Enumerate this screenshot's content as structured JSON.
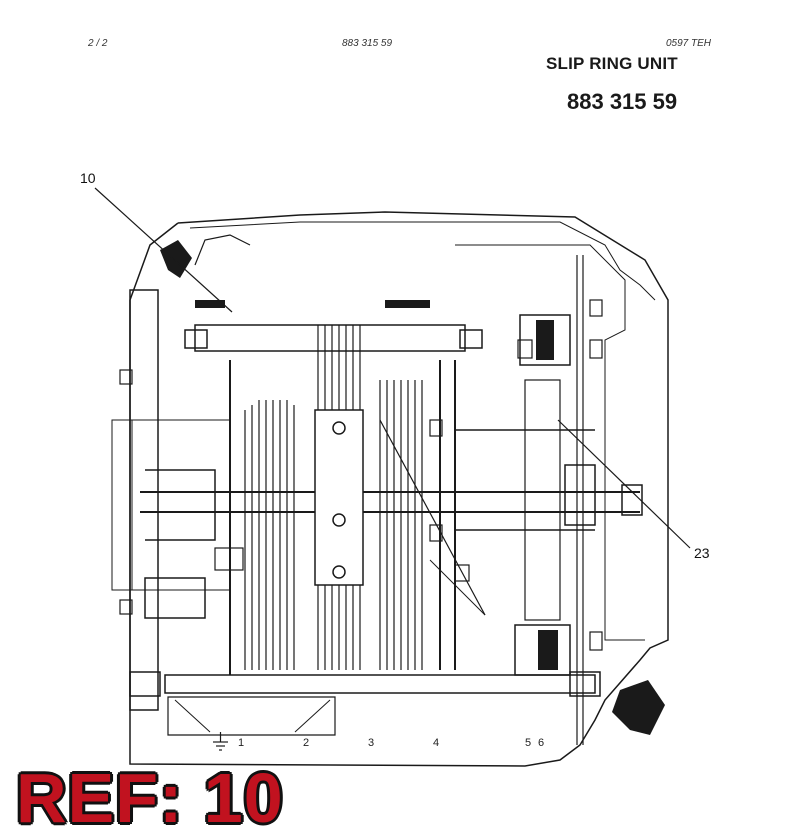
{
  "header": {
    "page": "2 / 2",
    "doc_code": "883 315 59",
    "revision": "0597 TEH"
  },
  "title": "SLIP RING UNIT",
  "part_number": "883 315 59",
  "callouts": [
    "10",
    "23"
  ],
  "terminal_positions": [
    "1",
    "2",
    "3",
    "4",
    "5",
    "6"
  ],
  "reference_label": "REF: 10",
  "colors": {
    "ref_label": "#c1121f",
    "line": "#1a1a1a"
  }
}
